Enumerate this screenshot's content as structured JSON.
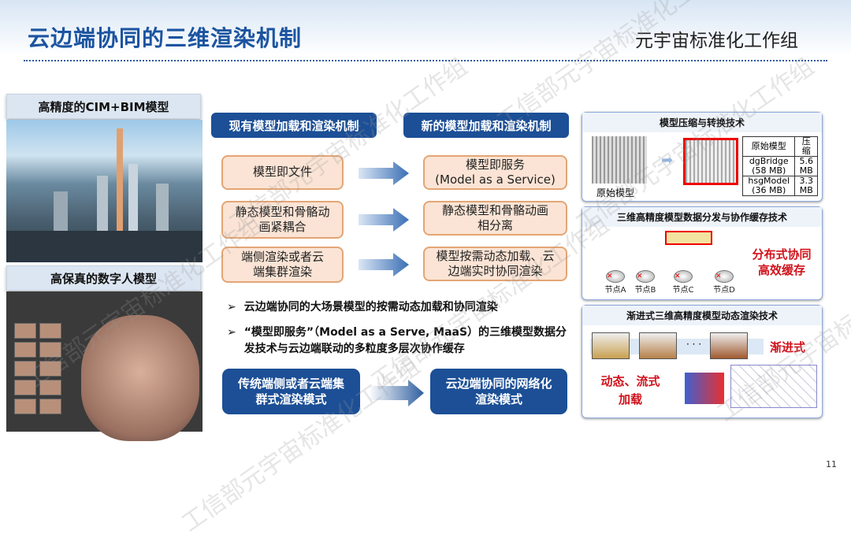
{
  "header": {
    "title": "云边端协同的三维渲染机制",
    "organization": "元宇宙标准化工作组"
  },
  "left": {
    "cim_title": "高精度的CIM+BIM模型",
    "human_title": "高保真的数字人模型"
  },
  "middle": {
    "existing_header": "现有模型加载和渲染机制",
    "new_header": "新的模型加载和渲染机制",
    "rows": [
      {
        "old": "模型即文件",
        "new": "模型即服务\n(Model as a Service)"
      },
      {
        "old": "静态模型和骨骼动画紧耦合",
        "new": "静态模型和骨骼动画相分离"
      },
      {
        "old": "端侧渲染或者云端集群渲染",
        "new": "模型按需动态加载、云边端实时协同渲染"
      }
    ],
    "bullets": [
      "云边端协同的大场景模型的按需动态加载和协同渲染",
      "“模型即服务”（Model as a Serve, MaaS）的三维模型数据分发技术与云边端联动的多粒度多层次协作缓存"
    ],
    "bottom_left": "传统端侧或者云端集群式渲染模式",
    "bottom_right": "云边端协同的网络化渲染模式"
  },
  "right": {
    "compression": {
      "title": "模型压缩与转换技术",
      "original_label": "原始模型",
      "table": {
        "headers": [
          "原始模型",
          "压缩"
        ],
        "rows": [
          [
            "dgBridge (58 MB)",
            "5.6 MB"
          ],
          [
            "hsgModel (36 MB)",
            "3.3 MB"
          ]
        ]
      }
    },
    "distribution": {
      "title": "三维高精度模型数据分发与协作缓存技术",
      "nodes": [
        "节点A",
        "节点B",
        "节点C",
        "节点D"
      ],
      "highlight": "分布式协同\n高效缓存"
    },
    "progressive": {
      "title": "渐进式三维高精度模型动态渲染技术",
      "ellipsis": "· · ·",
      "progressive_label": "渐进式",
      "dynamic_label": "动态、流式\n加载"
    }
  },
  "watermark": "工信部元宇宙标准化工作组",
  "page_number": "11",
  "colors": {
    "brand_blue": "#1c4f96",
    "accent_red": "#d0121b",
    "peach": "#fbe4d5"
  }
}
